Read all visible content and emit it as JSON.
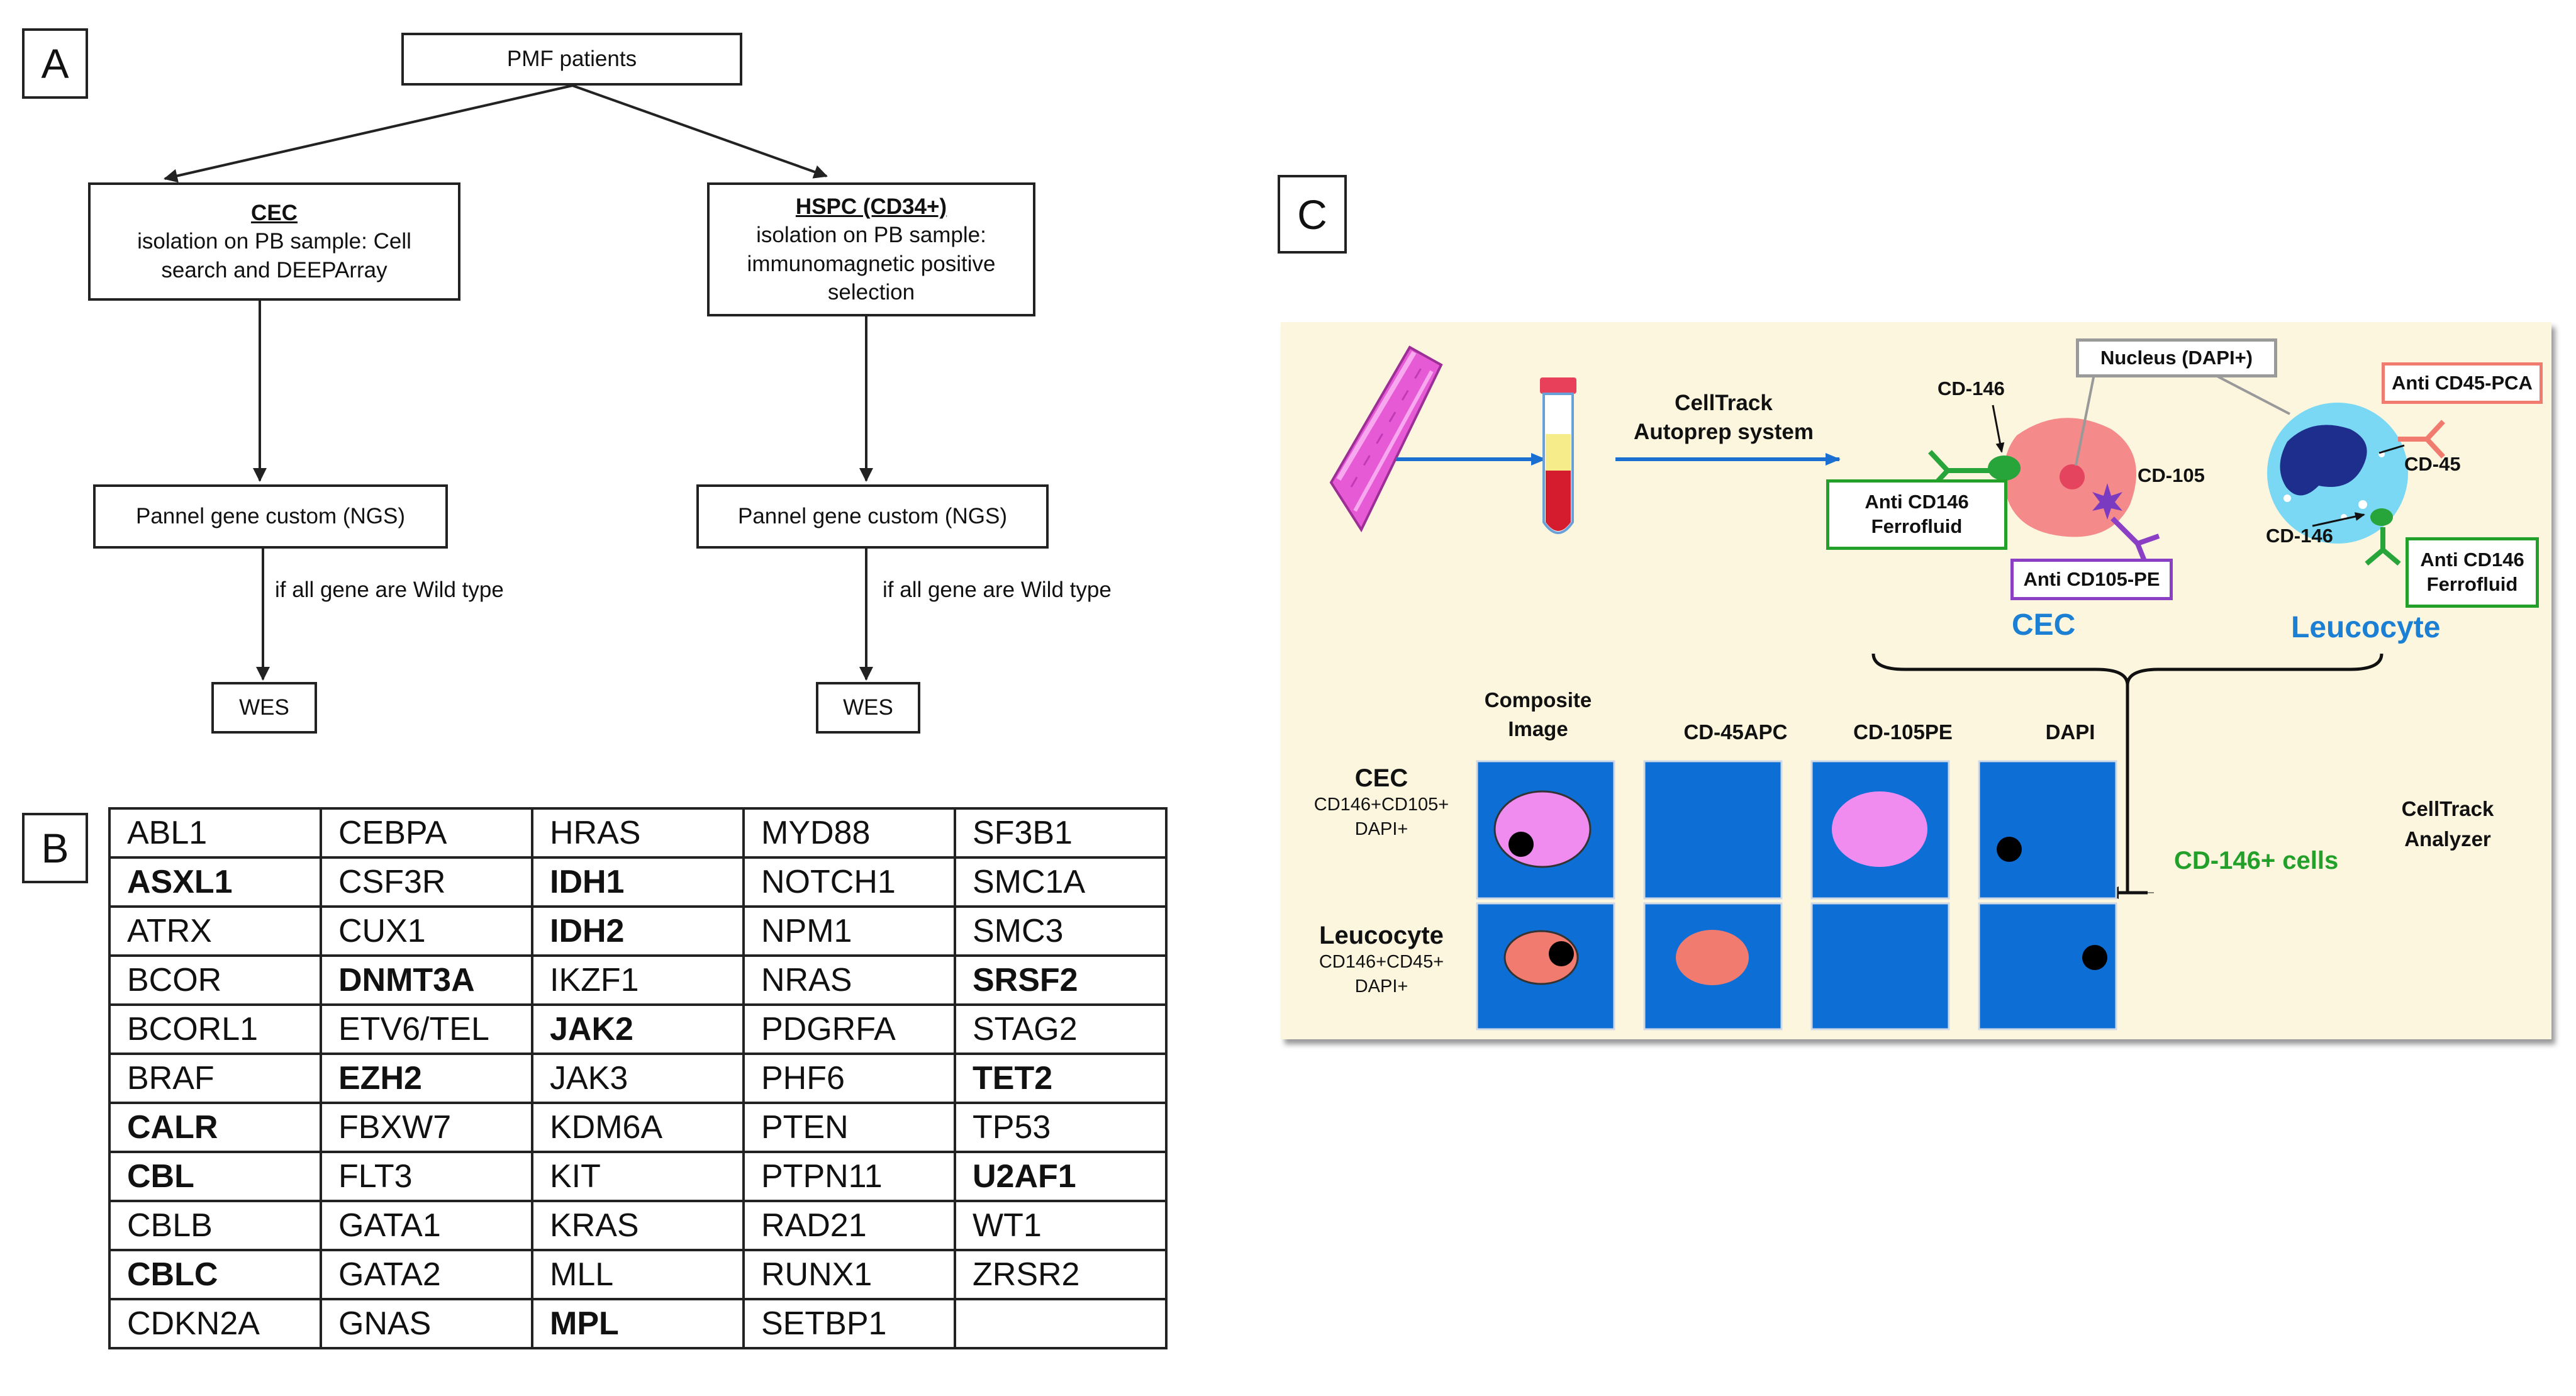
{
  "panels": {
    "a": "A",
    "b": "B",
    "c": "C"
  },
  "flow": {
    "root": "PMF patients",
    "left": {
      "title": "CEC",
      "desc": [
        "isolation on PB sample: Cell",
        "search and DEEPArray"
      ],
      "ngs": "Pannel gene custom (NGS)",
      "condition": "if all gene are Wild type",
      "end": "WES"
    },
    "right": {
      "title": "HSPC (CD34+)",
      "desc": [
        "isolation on PB sample:",
        "immunomagnetic positive",
        "selection"
      ],
      "ngs": "Pannel gene custom (NGS)",
      "condition": "if all gene are Wild type",
      "end": "WES"
    }
  },
  "genes": [
    [
      {
        "t": "ABL1",
        "b": false
      },
      {
        "t": "CEBPA",
        "b": false
      },
      {
        "t": "HRAS",
        "b": false
      },
      {
        "t": "MYD88",
        "b": false
      },
      {
        "t": "SF3B1",
        "b": false
      }
    ],
    [
      {
        "t": "ASXL1",
        "b": true
      },
      {
        "t": "CSF3R",
        "b": false
      },
      {
        "t": "IDH1",
        "b": true
      },
      {
        "t": "NOTCH1",
        "b": false
      },
      {
        "t": "SMC1A",
        "b": false
      }
    ],
    [
      {
        "t": "ATRX",
        "b": false
      },
      {
        "t": "CUX1",
        "b": false
      },
      {
        "t": "IDH2",
        "b": true
      },
      {
        "t": "NPM1",
        "b": false
      },
      {
        "t": "SMC3",
        "b": false
      }
    ],
    [
      {
        "t": "BCOR",
        "b": false
      },
      {
        "t": "DNMT3A",
        "b": true
      },
      {
        "t": "IKZF1",
        "b": false
      },
      {
        "t": "NRAS",
        "b": false
      },
      {
        "t": "SRSF2",
        "b": true
      }
    ],
    [
      {
        "t": "BCORL1",
        "b": false
      },
      {
        "t": "ETV6/TEL",
        "b": false
      },
      {
        "t": "JAK2",
        "b": true
      },
      {
        "t": "PDGRFA",
        "b": false
      },
      {
        "t": "STAG2",
        "b": false
      }
    ],
    [
      {
        "t": "BRAF",
        "b": false
      },
      {
        "t": "EZH2",
        "b": true
      },
      {
        "t": "JAK3",
        "b": false
      },
      {
        "t": "PHF6",
        "b": false
      },
      {
        "t": "TET2",
        "b": true
      }
    ],
    [
      {
        "t": "CALR",
        "b": true
      },
      {
        "t": "FBXW7",
        "b": false
      },
      {
        "t": "KDM6A",
        "b": false
      },
      {
        "t": "PTEN",
        "b": false
      },
      {
        "t": "TP53",
        "b": false
      }
    ],
    [
      {
        "t": "CBL",
        "b": true
      },
      {
        "t": "FLT3",
        "b": false
      },
      {
        "t": "KIT",
        "b": false
      },
      {
        "t": "PTPN11",
        "b": false
      },
      {
        "t": "U2AF1",
        "b": true
      }
    ],
    [
      {
        "t": "CBLB",
        "b": false
      },
      {
        "t": "GATA1",
        "b": false
      },
      {
        "t": "KRAS",
        "b": false
      },
      {
        "t": "RAD21",
        "b": false
      },
      {
        "t": "WT1",
        "b": false
      }
    ],
    [
      {
        "t": "CBLC",
        "b": true
      },
      {
        "t": "GATA2",
        "b": false
      },
      {
        "t": "MLL",
        "b": false
      },
      {
        "t": "RUNX1",
        "b": false
      },
      {
        "t": "ZRSR2",
        "b": false
      }
    ],
    [
      {
        "t": "CDKN2A",
        "b": false
      },
      {
        "t": "GNAS",
        "b": false
      },
      {
        "t": "MPL",
        "b": true
      },
      {
        "t": "SETBP1",
        "b": false
      },
      {
        "t": "",
        "b": false
      }
    ]
  ],
  "cellsearch": {
    "process": [
      "CellTrack",
      "Autoprep system"
    ],
    "nucleus": "Nucleus (DAPI+)",
    "cd146": "CD-146",
    "cd105": "CD-105",
    "cd45": "CD-45",
    "anti_cd146": [
      "Anti CD146",
      "Ferrofluid"
    ],
    "anti_cd105": "Anti CD105-PE",
    "anti_cd45": "Anti CD45-PCA",
    "cec": "CEC",
    "leucocyte": "Leucocyte",
    "columns": [
      [
        "Composite",
        "Image"
      ],
      [
        "CD-45APC"
      ],
      [
        "CD-105PE"
      ],
      [
        "DAPI"
      ]
    ],
    "rows": [
      {
        "name": "CEC",
        "markers": [
          "CD146+CD105+",
          "DAPI+"
        ]
      },
      {
        "name": "Leucocyte",
        "markers": [
          "CD146+CD45+",
          "DAPI+"
        ]
      }
    ],
    "analyzer": [
      "CellTrack",
      "Analyzer"
    ],
    "positive": "CD-146+ cells"
  },
  "colors": {
    "tile": "#0d6fd6",
    "cec_pink": "#f08cf0",
    "leuco_salmon": "#f07b6e",
    "green": "#22a02a",
    "purple": "#8a3fc4",
    "blue_text": "#1b7fd4",
    "panel_bg": "#fcf6df"
  }
}
